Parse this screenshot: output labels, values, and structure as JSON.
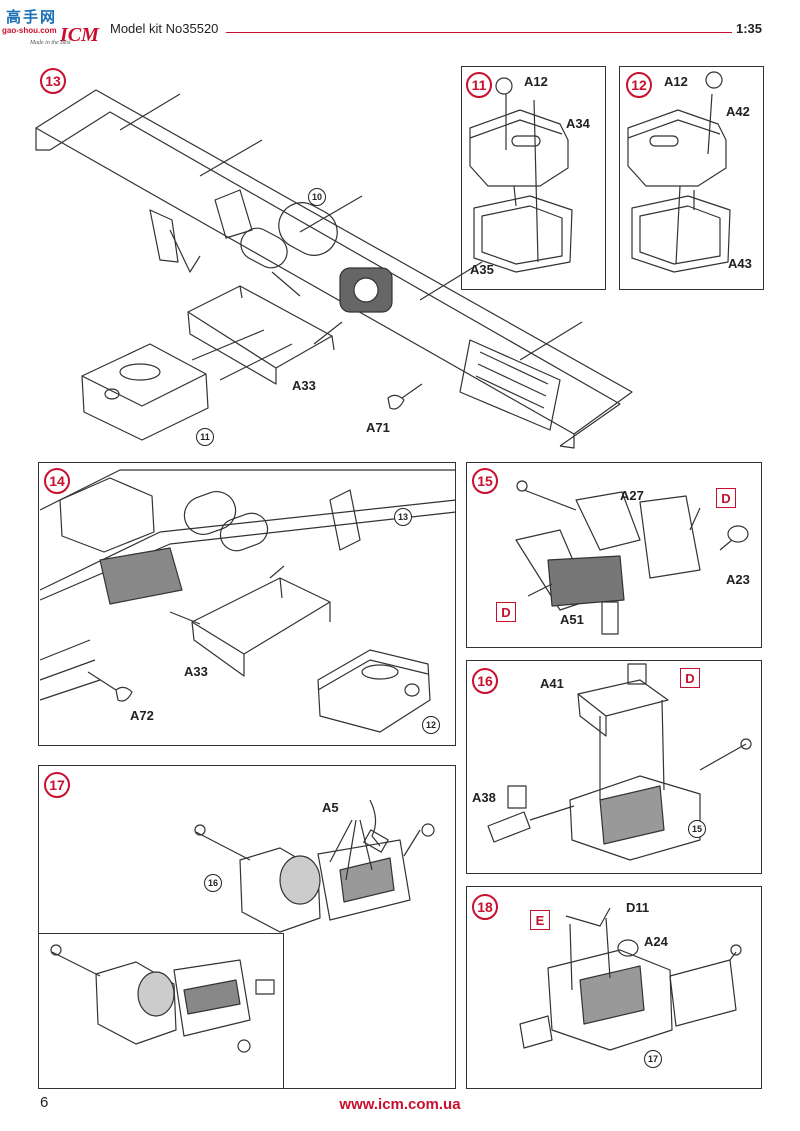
{
  "header": {
    "logo_cn": "高手网",
    "logo_site": "gao-shou.com",
    "logo_brand": "ICM",
    "logo_tagline": "Made in the Best",
    "kit_title": "Model kit No35520",
    "scale": "1:35"
  },
  "footer": {
    "page_number": "6",
    "website": "www.icm.com.ua"
  },
  "steps": {
    "s13": {
      "number": "13",
      "labels": [
        "A33",
        "A71"
      ],
      "refs": [
        "10",
        "11"
      ]
    },
    "s11": {
      "number": "11",
      "labels": [
        "A12",
        "A34",
        "A35"
      ]
    },
    "s12": {
      "number": "12",
      "labels": [
        "A12",
        "A42",
        "A43"
      ]
    },
    "s14": {
      "number": "14",
      "labels": [
        "A33",
        "A72"
      ],
      "refs": [
        "13",
        "12"
      ]
    },
    "s15": {
      "number": "15",
      "labels": [
        "A27",
        "A23",
        "A51"
      ],
      "tags": [
        "D",
        "D"
      ]
    },
    "s16": {
      "number": "16",
      "labels": [
        "A41",
        "A38"
      ],
      "tags": [
        "D"
      ],
      "refs": [
        "15"
      ]
    },
    "s17": {
      "number": "17",
      "labels": [
        "A5"
      ],
      "refs": [
        "16"
      ]
    },
    "s18": {
      "number": "18",
      "labels": [
        "D11",
        "A24"
      ],
      "tags": [
        "E"
      ],
      "refs": [
        "17"
      ]
    }
  },
  "colors": {
    "accent": "#c8102e",
    "line": "#333333"
  }
}
